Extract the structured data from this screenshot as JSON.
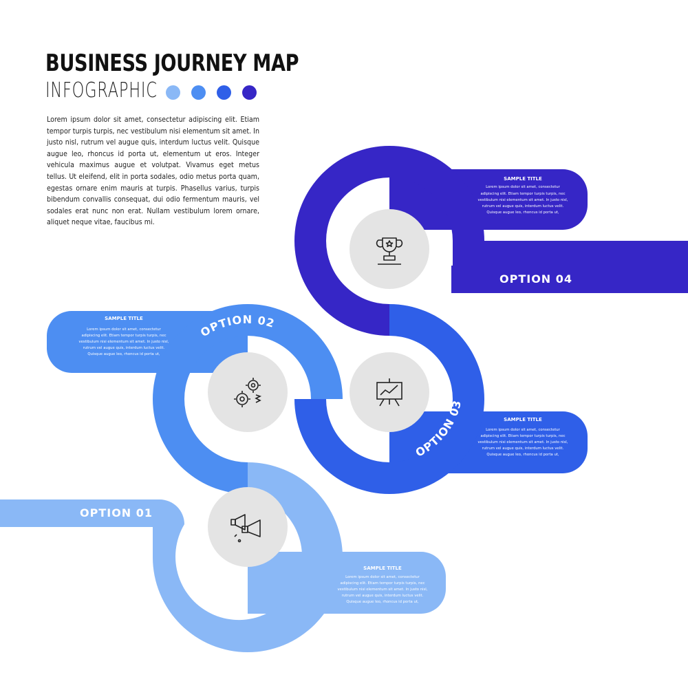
{
  "header": {
    "title": "BUSINESS JOURNEY MAP",
    "subtitle": "INFOGRAPHIC",
    "dot_colors": [
      "#8ab8f6",
      "#4d8ef2",
      "#2f5fe8",
      "#3626c6"
    ]
  },
  "intro_text": "Lorem ipsum dolor sit amet, consectetur adipiscing elit. Etiam tempor turpis turpis, nec vestibulum nisi elementum sit amet. In justo nisl, rutrum vel augue quis, interdum luctus velit. Quisque augue leo, rhoncus id porta ut, elementum ut eros. Integer vehicula maximus augue et volutpat. Vivamus eget metus tellus. Ut eleifend, elit in porta sodales, odio metus porta quam, egestas ornare enim mauris at turpis. Phasellus varius, turpis bibendum convallis consequat, dui odio fermentum mauris, vel sodales erat nunc non erat. Nullam vestibulum lorem ornare, aliquet neque vitae, faucibus mi.",
  "colors": {
    "option1": "#8ab8f6",
    "option2": "#4d8ef2",
    "option3": "#2f5fe8",
    "option4": "#3626c6",
    "icon_disc": "#e4e4e4",
    "icon_stroke": "#222222"
  },
  "options": [
    {
      "label": "OPTION 01",
      "icon": "megaphone-icon",
      "card_title": "SAMPLE TITLE",
      "card_lines": [
        "Lorem ipsum dolor sit amet, consectetur",
        "adipiscing elit. Etiam tempor turpis turpis, nec",
        "vestibulum nisi elementum sit amet. In justo nisl,",
        "rutrum vel augue quis, interdum luctus velit.",
        "Quisque augue leo, rhoncus id porta ut,"
      ]
    },
    {
      "label": "OPTION 02",
      "icon": "gears-icon",
      "card_title": "SAMPLE TITLE",
      "card_lines": [
        "Lorem ipsum dolor sit amet, consectetur",
        "adipiscing elit. Etiam tempor turpis turpis, nec",
        "vestibulum nisi elementum sit amet. In justo nisl,",
        "rutrum vel augue quis, interdum luctus velit.",
        "Quisque augue leo, rhoncus id porta ut,"
      ]
    },
    {
      "label": "OPTION 03",
      "icon": "presentation-board-icon",
      "card_title": "SAMPLE TITLE",
      "card_lines": [
        "Lorem ipsum dolor sit amet, consectetur",
        "adipiscing elit. Etiam tempor turpis turpis, nec",
        "vestibulum nisi elementum sit amet. In justo nisl,",
        "rutrum vel augue quis, interdum luctus velit.",
        "Quisque augue leo, rhoncus id porta ut,"
      ]
    },
    {
      "label": "OPTION 04",
      "icon": "trophy-icon",
      "card_title": "SAMPLE TITLE",
      "card_lines": [
        "Lorem ipsum dolor sit amet, consectetur",
        "adipiscing elit. Etiam tempor turpis turpis, nec",
        "vestibulum nisi elementum sit amet. In justo nisl,",
        "rutrum vel augue quis, interdum luctus velit.",
        "Quisque augue leo, rhoncus id porta ut,"
      ]
    }
  ]
}
